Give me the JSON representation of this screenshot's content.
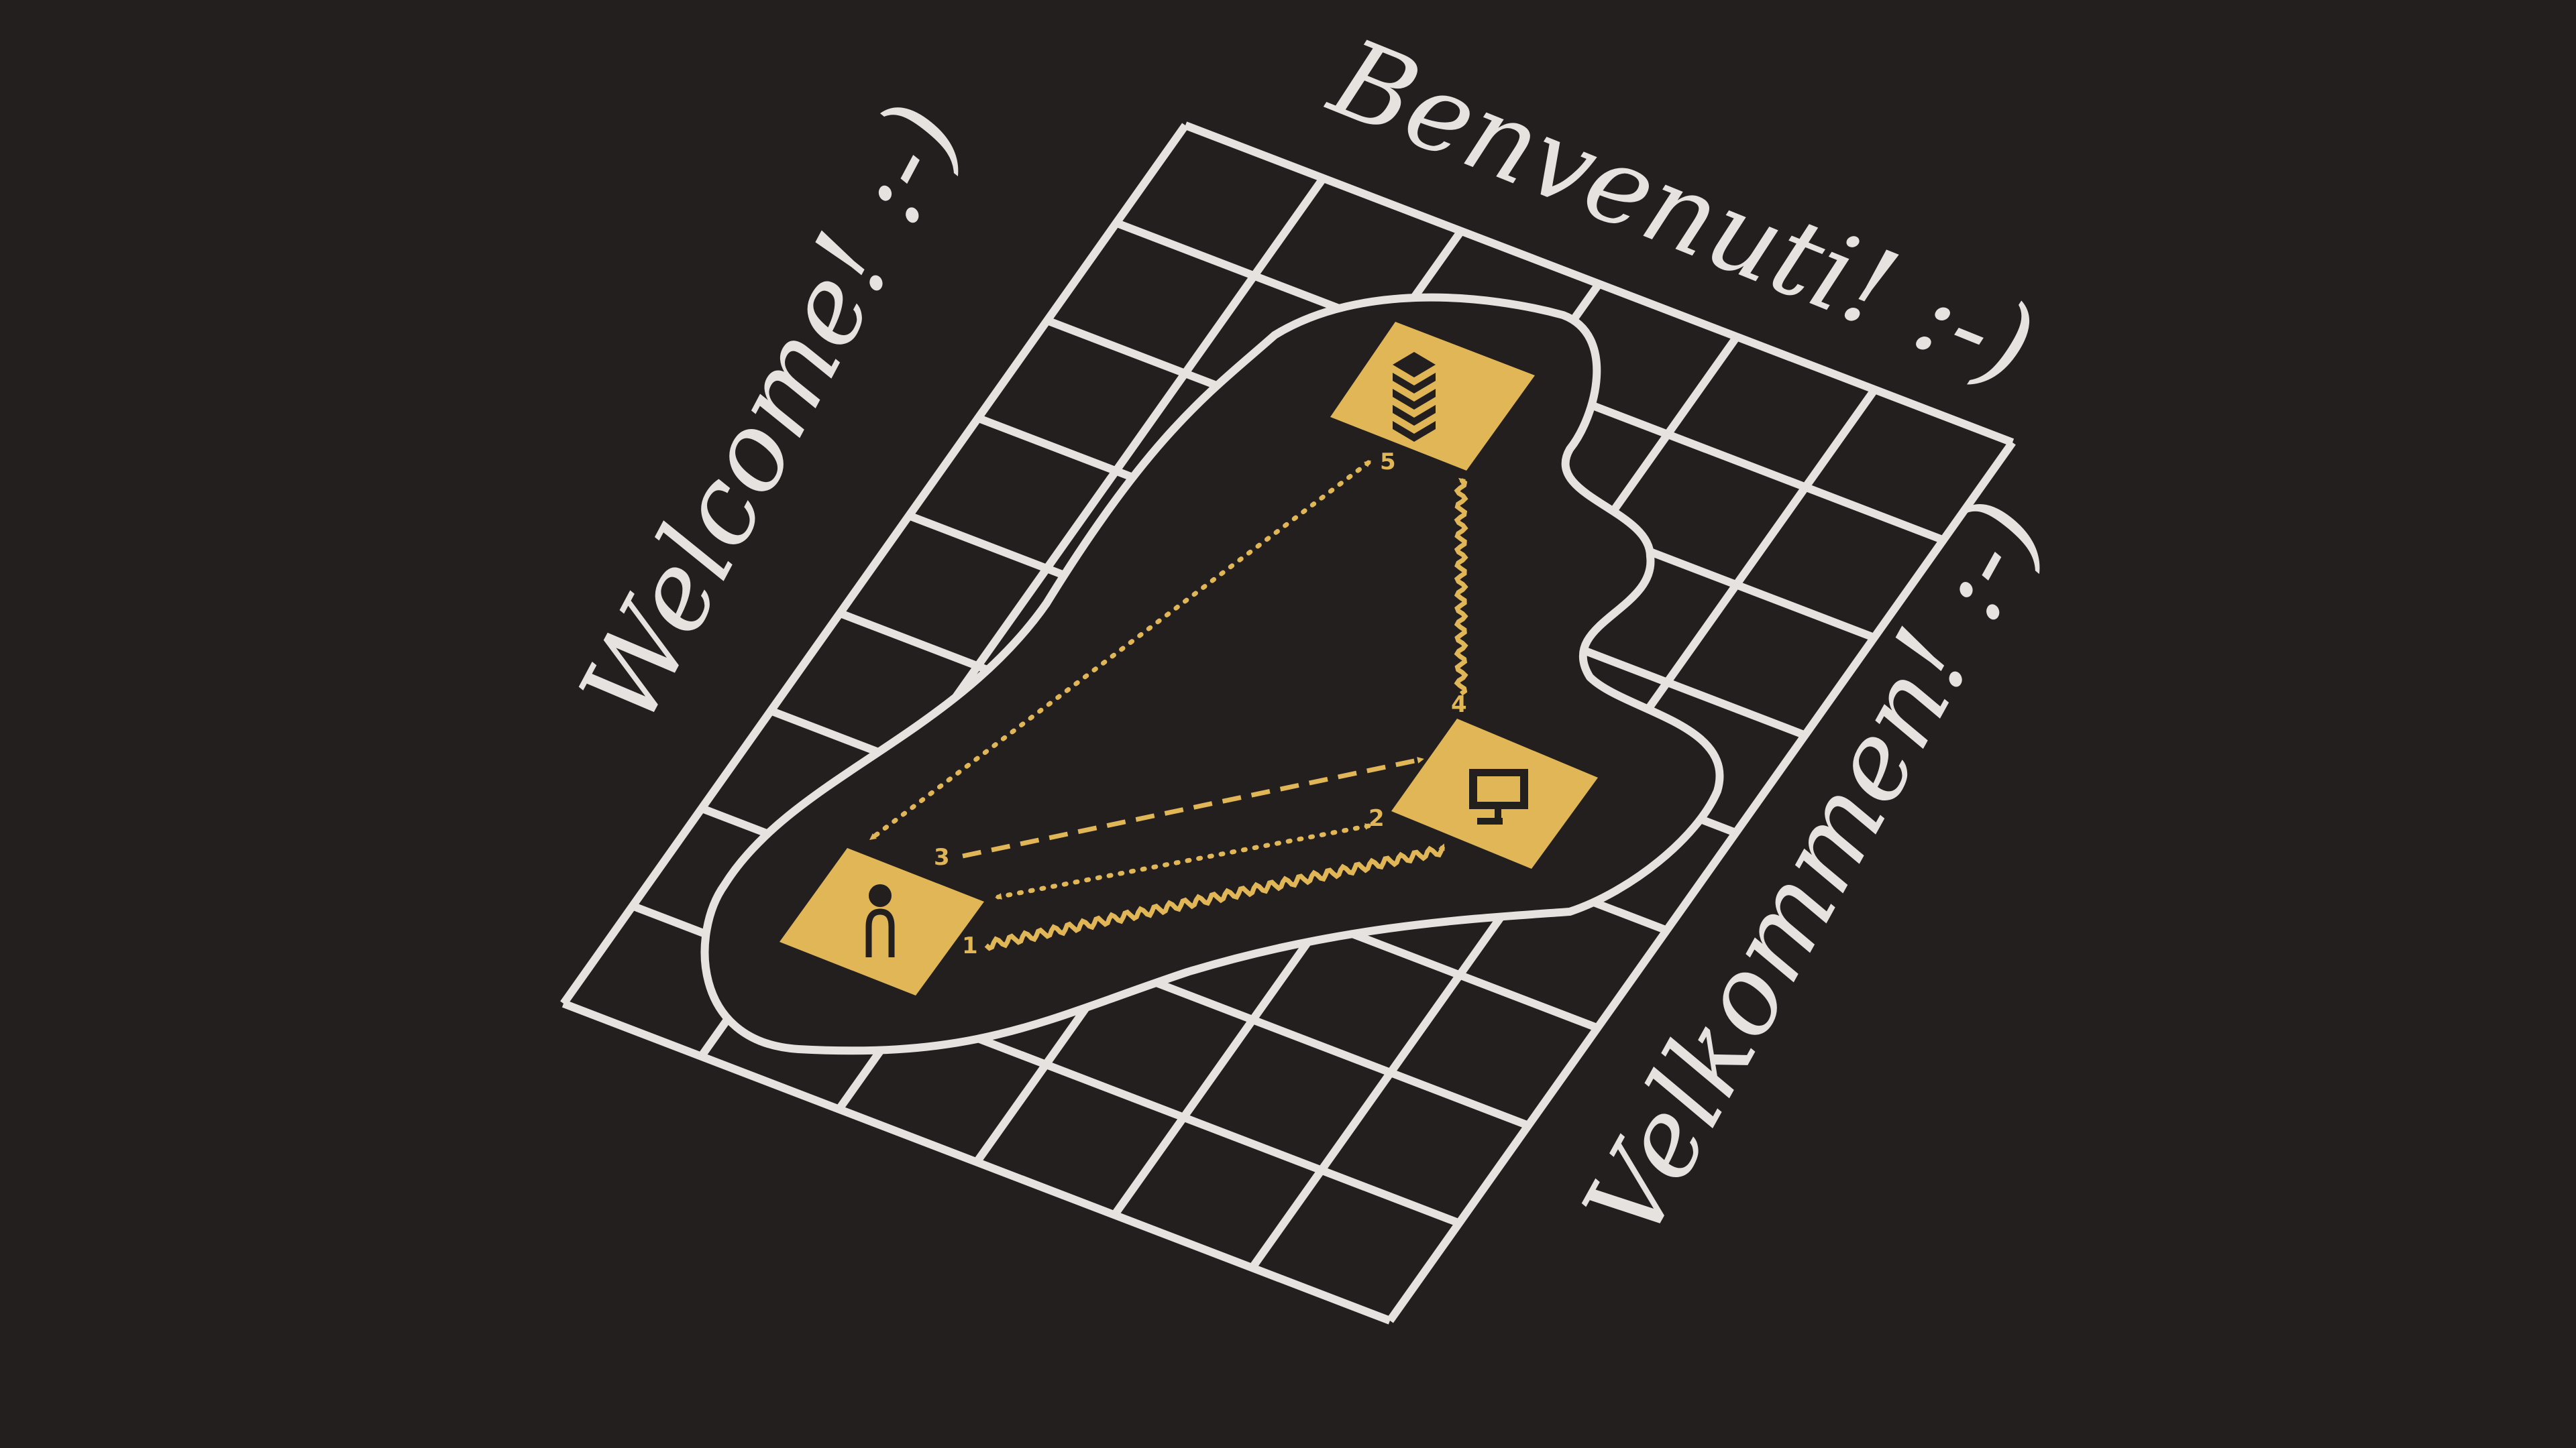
{
  "greetings": {
    "top": "Benvenuti! :-)",
    "left": "Welcome! :-)",
    "right": "Velkommen! :-)"
  },
  "nodes": {
    "user": {
      "icon": "user-icon"
    },
    "computer": {
      "icon": "computer-icon"
    },
    "server": {
      "icon": "server-stack-icon"
    }
  },
  "steps": [
    {
      "label": "1",
      "style": "wavy"
    },
    {
      "label": "2",
      "style": "dotted"
    },
    {
      "label": "3",
      "style": "dashed"
    },
    {
      "label": "4",
      "style": "wavy"
    },
    {
      "label": "5",
      "style": "dotted"
    }
  ],
  "colors": {
    "background": "#231f1f",
    "line": "#e6e2df",
    "accent": "#e0b657",
    "icon": "#231f1f"
  }
}
